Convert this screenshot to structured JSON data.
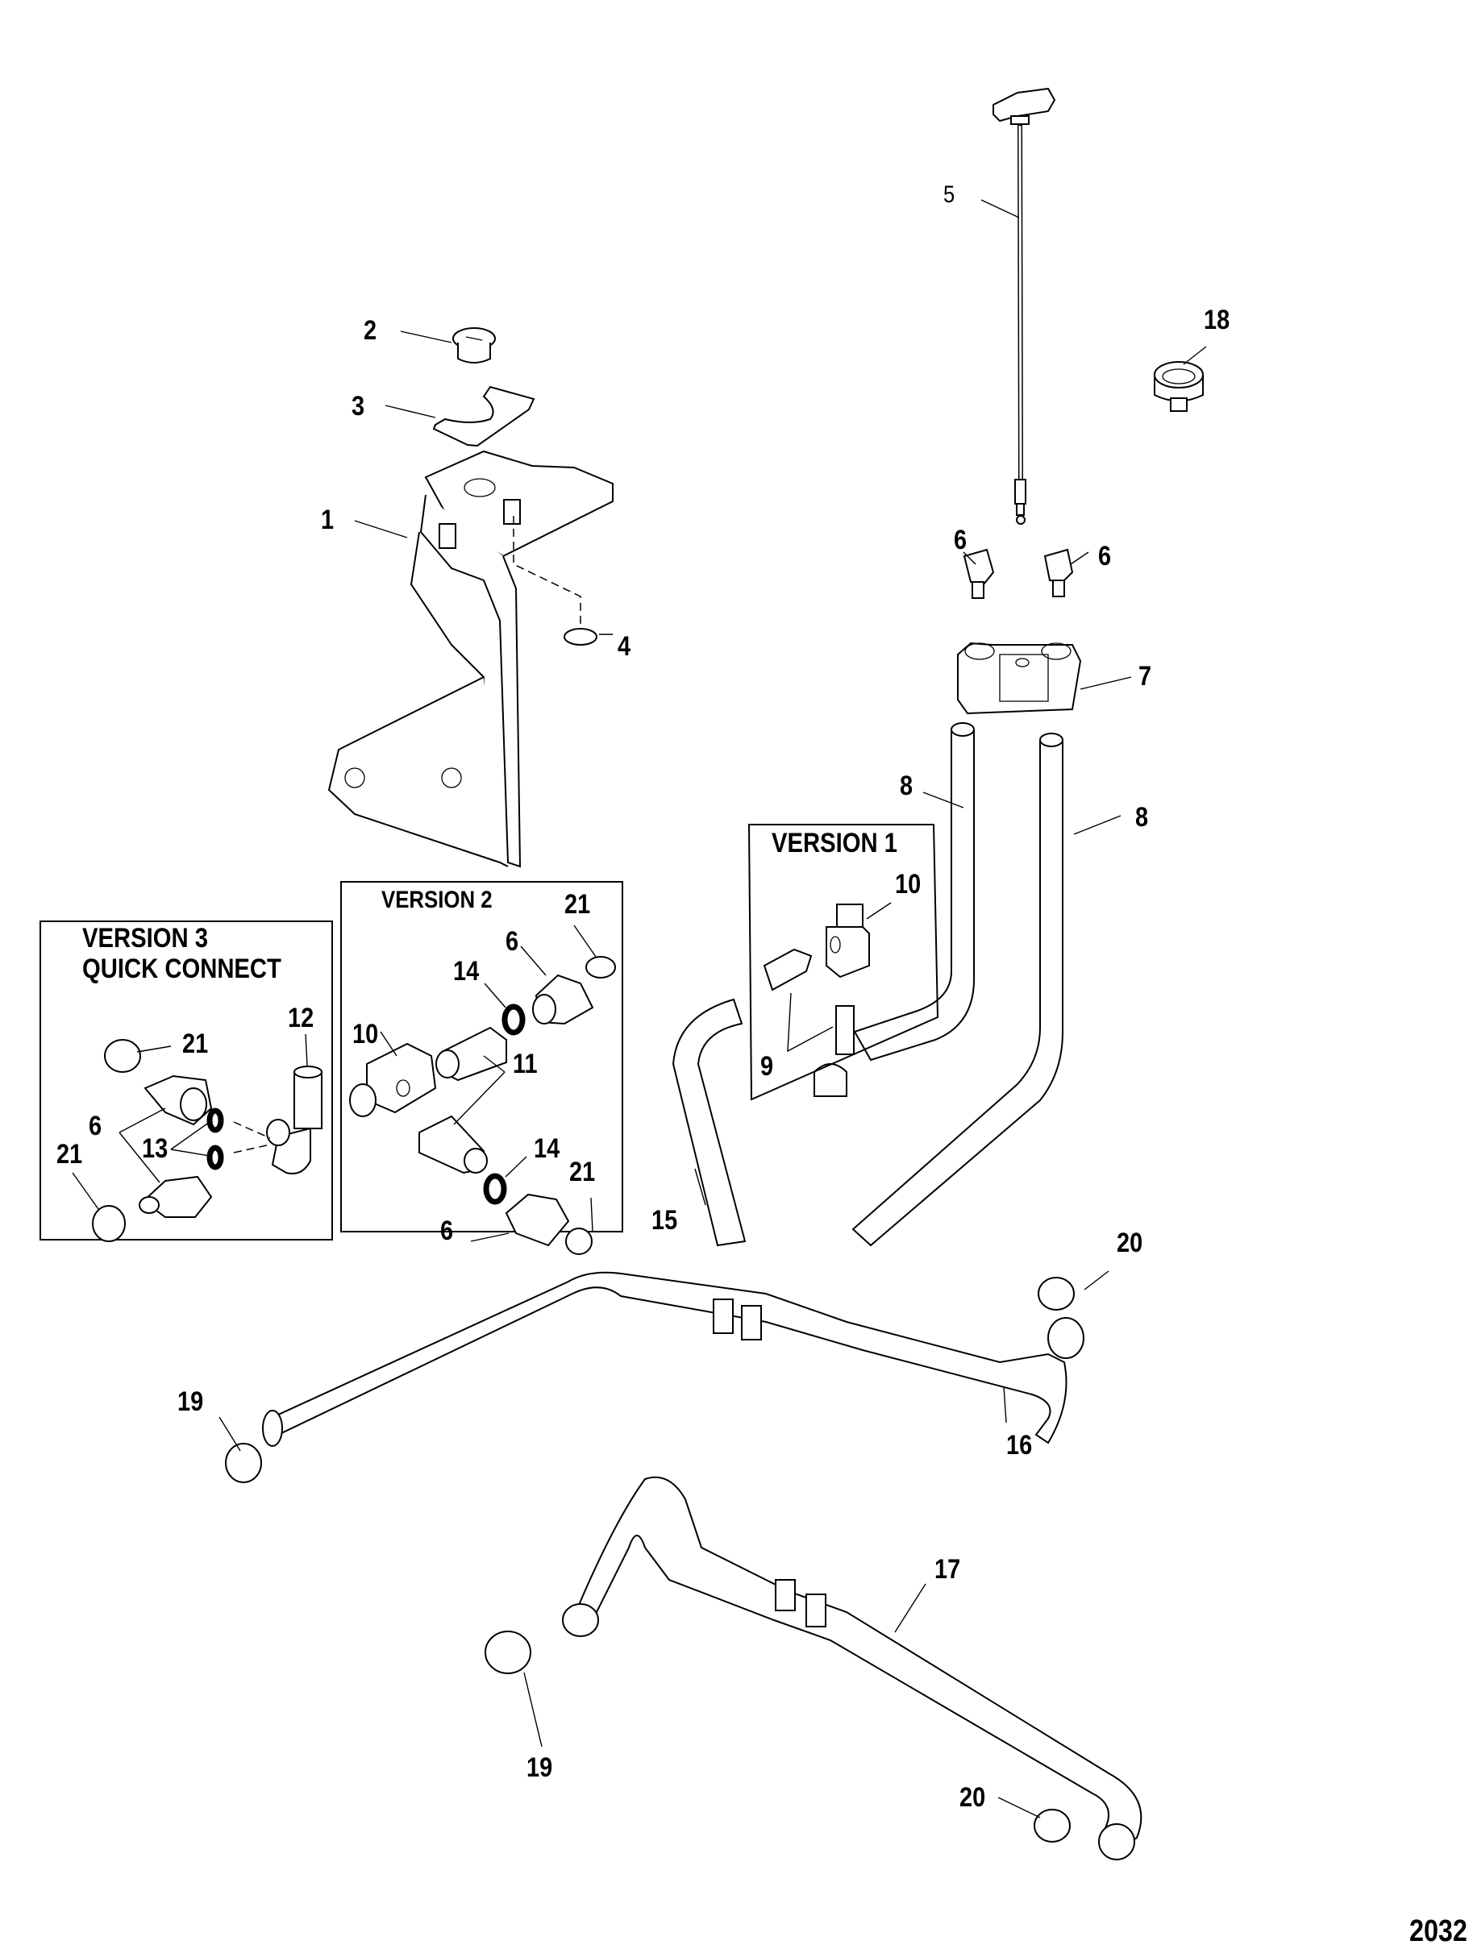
{
  "figure_number": "2032",
  "boxes": {
    "version1": {
      "title": "VERSION 1"
    },
    "version2": {
      "title": "VERSION 2"
    },
    "version3": {
      "title_line1": "VERSION 3",
      "title_line2": "QUICK CONNECT"
    }
  },
  "callouts": [
    {
      "id": "c1",
      "text": "1",
      "part": "bracket"
    },
    {
      "id": "c2",
      "text": "2",
      "part": "plug"
    },
    {
      "id": "c3",
      "text": "3",
      "part": "gasket"
    },
    {
      "id": "c4",
      "text": "4",
      "part": "washer"
    },
    {
      "id": "c5",
      "text": "5",
      "part": "dipstick"
    },
    {
      "id": "c6a",
      "text": "6",
      "part": "quick-connect-fitting"
    },
    {
      "id": "c6b",
      "text": "6",
      "part": "quick-connect-fitting"
    },
    {
      "id": "c7",
      "text": "7",
      "part": "hose-holder"
    },
    {
      "id": "c8a",
      "text": "8",
      "part": "hose"
    },
    {
      "id": "c8b",
      "text": "8",
      "part": "hose"
    },
    {
      "id": "c9",
      "text": "9",
      "part": "hose-fitting"
    },
    {
      "id": "c10a",
      "text": "10",
      "part": "tee-block"
    },
    {
      "id": "c10b",
      "text": "10",
      "part": "tee-block"
    },
    {
      "id": "c11",
      "text": "11",
      "part": "adapter-fitting"
    },
    {
      "id": "c12",
      "text": "12",
      "part": "elbow-tee"
    },
    {
      "id": "c13",
      "text": "13",
      "part": "o-ring"
    },
    {
      "id": "c14a",
      "text": "14",
      "part": "o-ring"
    },
    {
      "id": "c14b",
      "text": "14",
      "part": "o-ring"
    },
    {
      "id": "c15",
      "text": "15",
      "part": "hose"
    },
    {
      "id": "c16",
      "text": "16",
      "part": "drain-hose"
    },
    {
      "id": "c17",
      "text": "17",
      "part": "drain-hose"
    },
    {
      "id": "c18",
      "text": "18",
      "part": "cap"
    },
    {
      "id": "c19a",
      "text": "19",
      "part": "hose-clamp"
    },
    {
      "id": "c19b",
      "text": "19",
      "part": "hose-clamp"
    },
    {
      "id": "c20a",
      "text": "20",
      "part": "hose-clamp"
    },
    {
      "id": "c20b",
      "text": "20",
      "part": "hose-clamp"
    },
    {
      "id": "v2_6a",
      "text": "6",
      "part": "quick-connect-fitting"
    },
    {
      "id": "v2_6b",
      "text": "6",
      "part": "quick-connect-fitting"
    },
    {
      "id": "v2_21a",
      "text": "21",
      "part": "hose-clamp"
    },
    {
      "id": "v2_21b",
      "text": "21",
      "part": "hose-clamp"
    },
    {
      "id": "v3_6",
      "text": "6",
      "part": "quick-connect-fitting"
    },
    {
      "id": "v3_21a",
      "text": "21",
      "part": "hose-clamp"
    },
    {
      "id": "v3_21b",
      "text": "21",
      "part": "hose-clamp"
    }
  ]
}
